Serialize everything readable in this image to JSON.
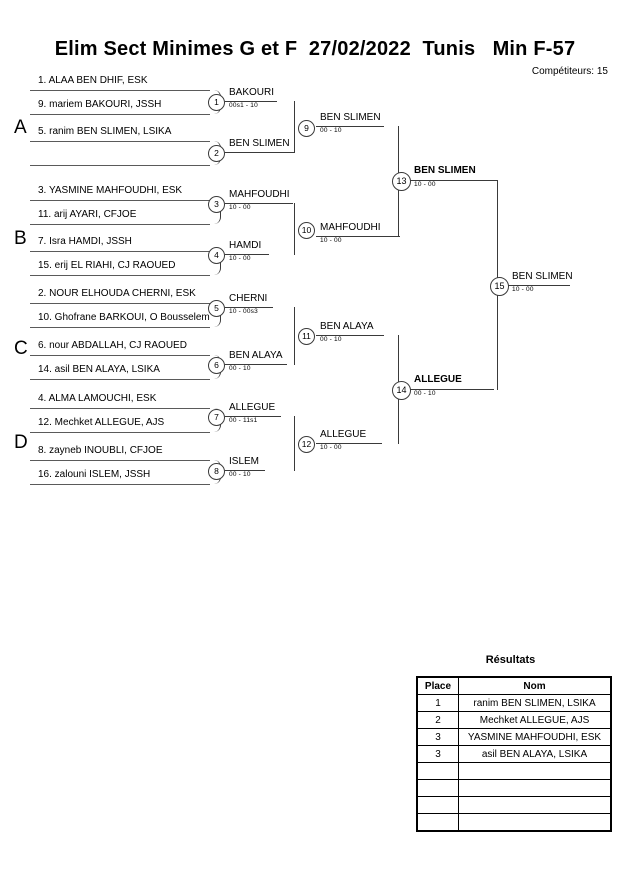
{
  "header": {
    "title": "Elim Sect Minimes G et F  27/02/2022  Tunis   Min F-57",
    "competitors_label": "Compétiteurs: 15"
  },
  "groups": [
    {
      "letter": "A"
    },
    {
      "letter": "B"
    },
    {
      "letter": "C"
    },
    {
      "letter": "D"
    }
  ],
  "round1_entries": [
    {
      "text": "1. ALAA BEN DHIF, ESK"
    },
    {
      "text": "9. mariem BAKOURI, JSSH"
    },
    {
      "text": "5. ranim BEN SLIMEN, LSIKA"
    },
    {
      "text": ""
    },
    {
      "text": "3. YASMINE MAHFOUDHI, ESK"
    },
    {
      "text": "11. arij AYARI, CFJOE"
    },
    {
      "text": "7. Isra HAMDI, JSSH"
    },
    {
      "text": "15. erij EL RIAHI, CJ RAOUED"
    },
    {
      "text": "2. NOUR ELHOUDA CHERNI, ESK"
    },
    {
      "text": "10. Ghofrane BARKOUI, O Bousselem"
    },
    {
      "text": "6. nour ABDALLAH, CJ RAOUED"
    },
    {
      "text": "14. asil BEN ALAYA, LSIKA"
    },
    {
      "text": "4. ALMA LAMOUCHI, ESK"
    },
    {
      "text": "12. Mechket ALLEGUE, AJS"
    },
    {
      "text": "8. zayneb INOUBLI, CFJOE"
    },
    {
      "text": "16. zalouni ISLEM, JSSH"
    }
  ],
  "matches": [
    {
      "number": "1",
      "winner": "BAKOURI",
      "score": "00s1 - 10"
    },
    {
      "number": "2",
      "winner": "BEN SLIMEN",
      "score": ""
    },
    {
      "number": "3",
      "winner": "MAHFOUDHI",
      "score": "10 - 00"
    },
    {
      "number": "4",
      "winner": "HAMDI",
      "score": "10 - 00"
    },
    {
      "number": "5",
      "winner": "CHERNI",
      "score": "10 - 00s3"
    },
    {
      "number": "6",
      "winner": "BEN ALAYA",
      "score": "00 - 10"
    },
    {
      "number": "7",
      "winner": "ALLEGUE",
      "score": "00 - 11s1"
    },
    {
      "number": "8",
      "winner": "ISLEM",
      "score": "00 - 10"
    },
    {
      "number": "9",
      "winner": "BEN SLIMEN",
      "score": "00 - 10"
    },
    {
      "number": "10",
      "winner": "MAHFOUDHI",
      "score": "10 - 00"
    },
    {
      "number": "11",
      "winner": "BEN ALAYA",
      "score": "00 - 10"
    },
    {
      "number": "12",
      "winner": "ALLEGUE",
      "score": "10 - 00"
    },
    {
      "number": "13",
      "winner": "BEN SLIMEN",
      "score": "10 - 00"
    },
    {
      "number": "14",
      "winner": "ALLEGUE",
      "score": "00 - 10"
    },
    {
      "number": "15",
      "winner": "BEN SLIMEN",
      "score": "10 - 00"
    }
  ],
  "results": {
    "title": "Résultats",
    "columns": [
      "Place",
      "Nom"
    ],
    "rows": [
      {
        "place": "1",
        "name": "ranim BEN SLIMEN, LSIKA"
      },
      {
        "place": "2",
        "name": "Mechket ALLEGUE, AJS"
      },
      {
        "place": "3",
        "name": "YASMINE MAHFOUDHI, ESK"
      },
      {
        "place": "3",
        "name": "asil BEN ALAYA, LSIKA"
      },
      {
        "place": "",
        "name": ""
      },
      {
        "place": "",
        "name": ""
      },
      {
        "place": "",
        "name": ""
      },
      {
        "place": "",
        "name": ""
      }
    ]
  }
}
